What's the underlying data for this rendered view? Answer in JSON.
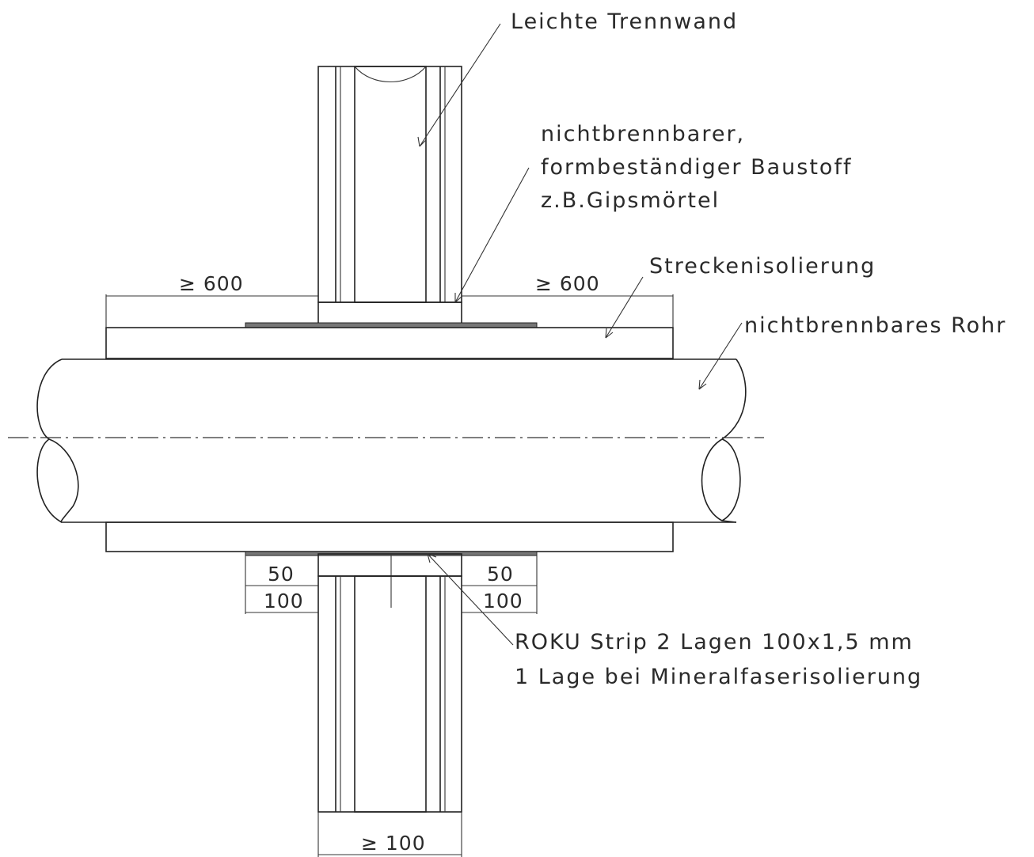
{
  "labels": {
    "wall": "Leichte Trennwand",
    "filler_line1": "nichtbrennbarer,",
    "filler_line2": "formbeständiger Baustoff",
    "filler_line3": "z.B.Gipsmörtel",
    "insulation": "Streckenisolierung",
    "pipe": "nichtbrennbares Rohr",
    "strip_line1": "ROKU Strip 2 Lagen 100x1,5 mm",
    "strip_line2": "1 Lage bei Mineralfaserisolierung"
  },
  "dimensions": {
    "left_length": "≥ 600",
    "right_length": "≥ 600",
    "left_strip_top": "50",
    "left_strip_bottom": "100",
    "right_strip_top": "50",
    "right_strip_bottom": "100",
    "wall_width": "≥ 100"
  }
}
